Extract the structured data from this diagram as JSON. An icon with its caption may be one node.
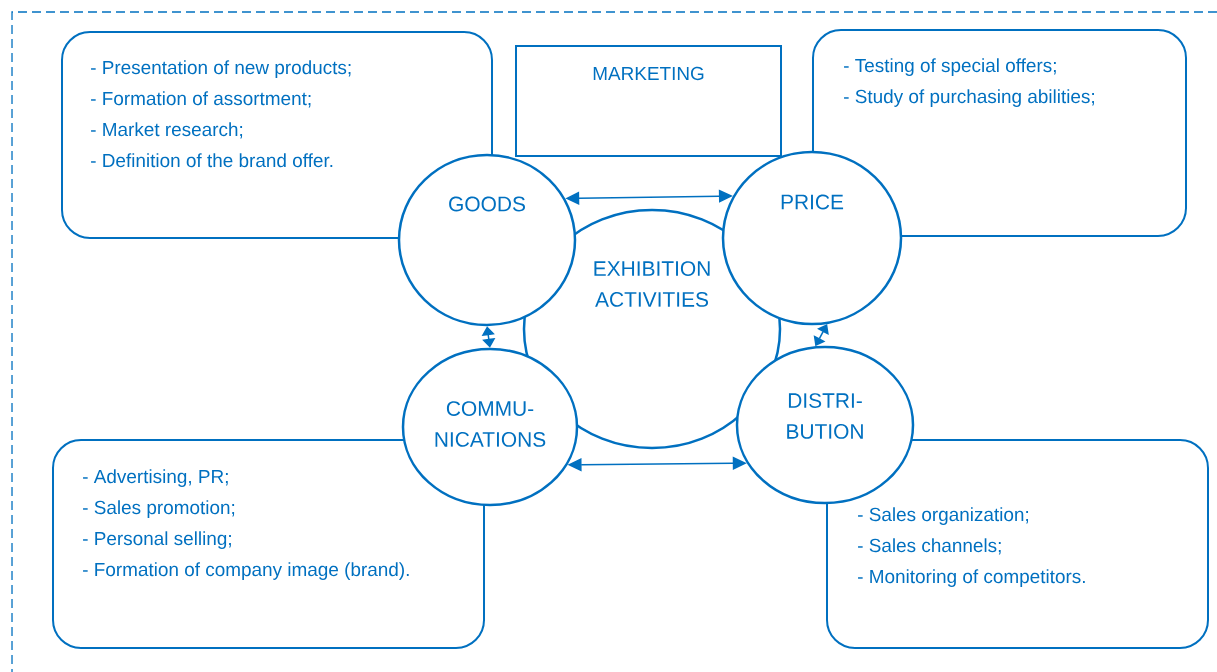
{
  "diagram": {
    "nodes": [
      {
        "text": [
          "- Presentation of new products;",
          "- Formation of assortment;",
          "- Market research;",
          "- Definition of the brand offer."
        ]
      },
      {
        "text": [
          "MARKETING"
        ]
      },
      {
        "text": [
          "- Testing of special offers;",
          "- Study of purchasing abilities;"
        ]
      },
      {
        "text": [
          "EXHIBITION ACTIVITIES"
        ]
      },
      {
        "text": [
          "GOODS"
        ]
      },
      {
        "text": [
          "PRICE"
        ]
      },
      {
        "text": [
          "COMMU- NICATIONS"
        ]
      },
      {
        "text": [
          "DISTRI- BUTION"
        ]
      },
      {
        "text": [
          "- Advertising, PR;",
          "- Sales promotion;",
          "- Personal selling;",
          "- Formation of company image (brand)."
        ]
      },
      {
        "text": [
          "- Sales organization;",
          "- Sales channels;",
          "- Monitoring of competitors."
        ]
      }
    ],
    "edges": [
      {
        "from": 4,
        "to": 5,
        "arrow": "both"
      },
      {
        "from": 4,
        "to": 6,
        "arrow": "both"
      },
      {
        "from": 5,
        "to": 7,
        "arrow": "both"
      },
      {
        "from": 6,
        "to": 7,
        "arrow": "both"
      }
    ]
  }
}
